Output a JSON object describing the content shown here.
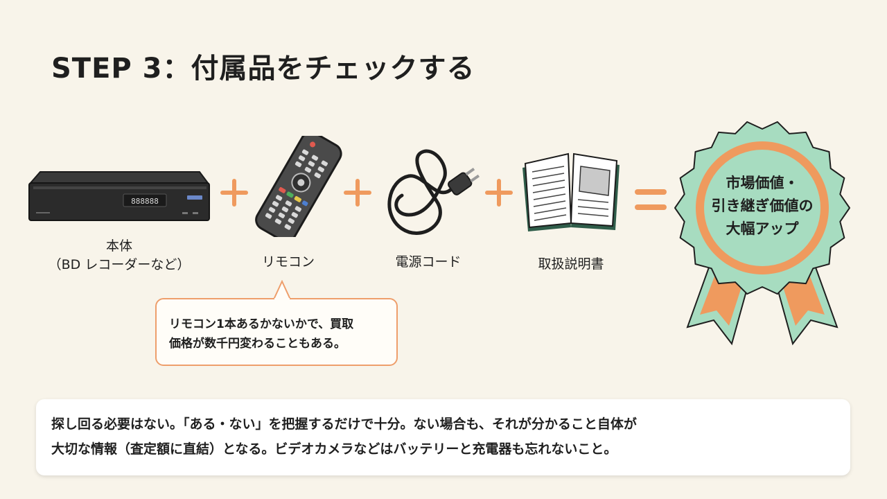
{
  "title": "STEP 3：付属品をチェックする",
  "items": [
    {
      "label_line1": "本体",
      "label_line2": "（BD レコーダーなど）",
      "icon": "bd-recorder-icon",
      "display": "888888"
    },
    {
      "label": "リモコン",
      "icon": "remote-control-icon"
    },
    {
      "label": "電源コード",
      "icon": "power-cord-icon"
    },
    {
      "label": "取扱説明書",
      "icon": "manual-book-icon"
    }
  ],
  "result": {
    "line1": "市場価値・",
    "line2": "引き継ぎ価値の",
    "line3": "大幅アップ",
    "icon": "award-ribbon-icon"
  },
  "callout": {
    "line1": "リモコン1本あるかないかで、買取",
    "line2": "価格が数千円変わることもある。"
  },
  "note": {
    "line1": "探し回る必要はない。「ある・ない」を把握するだけで十分。ない場合も、それが分かること自体が",
    "line2": "大切な情報（査定額に直結）となる。ビデオカメラなどはバッテリーと充電器も忘れないこと。"
  },
  "colors": {
    "accent": "#ef9a5e",
    "badge_green": "#a7dcc0",
    "background": "#f8f4ea"
  }
}
